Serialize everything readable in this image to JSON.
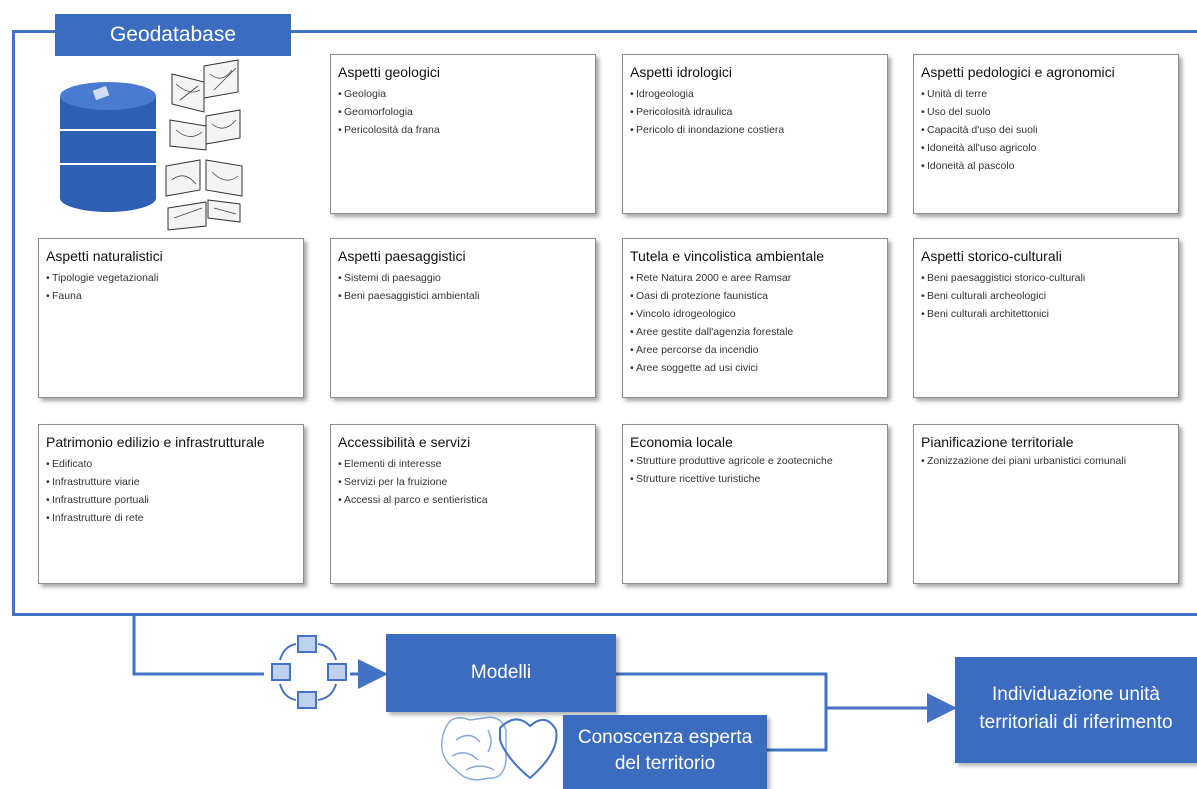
{
  "geodatabase": {
    "title": "Geodatabase"
  },
  "cards": {
    "geologici": {
      "title": "Aspetti geologici",
      "items": [
        "Geologia",
        "Geomorfologia",
        "Pericolosità da frana"
      ]
    },
    "idrologici": {
      "title": "Aspetti idrologici",
      "items": [
        "Idrogeologia",
        "Pericolosità idraulica",
        "Pericolo di inondazione costiera"
      ]
    },
    "pedologici": {
      "title": "Aspetti pedologici e agronomici",
      "items": [
        "Unità di terre",
        "Uso del suolo",
        "Capacità d'uso dei suoli",
        "Idoneità all'uso agricolo",
        "Idoneità al pascolo"
      ]
    },
    "naturalistici": {
      "title": "Aspetti naturalistici",
      "items": [
        "Tipologie vegetazionali",
        "Fauna"
      ]
    },
    "paesaggistici": {
      "title": "Aspetti paesaggistici",
      "items": [
        "Sistemi di paesaggio",
        "Beni paesaggistici ambientali"
      ]
    },
    "tutela": {
      "title": "Tutela e vincolistica ambientale",
      "items": [
        "Rete Natura 2000 e aree Ramsar",
        "Oasi di protezione faunistica",
        "Vincolo idrogeologico",
        "Aree gestite dall'agenzia forestale",
        "Aree percorse da incendio",
        "Aree soggette ad usi civici"
      ]
    },
    "storico": {
      "title": "Aspetti storico-culturali",
      "items": [
        "Beni paesaggistici storico-culturali",
        "Beni culturali archeologici",
        "Beni culturali architettonici"
      ]
    },
    "patrimonio": {
      "title": "Patrimonio edilizio e infrastrutturale",
      "items": [
        "Edificato",
        "Infrastrutture viarie",
        "Infrastrutture portuali",
        "Infrastrutture di rete"
      ]
    },
    "accessibilita": {
      "title": "Accessibilità e servizi",
      "items": [
        "Elementi di interesse",
        "Servizi per la fruizione",
        "Accessi al parco e sentieristica"
      ]
    },
    "economia": {
      "title": "Economia locale",
      "items": [
        "Strutture produttive agricole e zootecniche",
        "Strutture ricettive turistiche"
      ]
    },
    "pianificazione": {
      "title": "Pianificazione territoriale",
      "items": [
        "Zonizzazione dei piani urbanistici comunali"
      ]
    }
  },
  "flow": {
    "models": "Modelli",
    "expert_line1": "Conoscenza esperta",
    "expert_line2": "del territorio",
    "output_line1": "Individuazione unità",
    "output_line2": "territoriali di riferimento"
  },
  "colors": {
    "accent": "#3b6cc0",
    "frame": "#4472c4",
    "icon_light": "#bfd0ee"
  },
  "icons": [
    "database-icon",
    "map-sheets-icon",
    "process-cycle-icon",
    "brain-heart-icon"
  ]
}
